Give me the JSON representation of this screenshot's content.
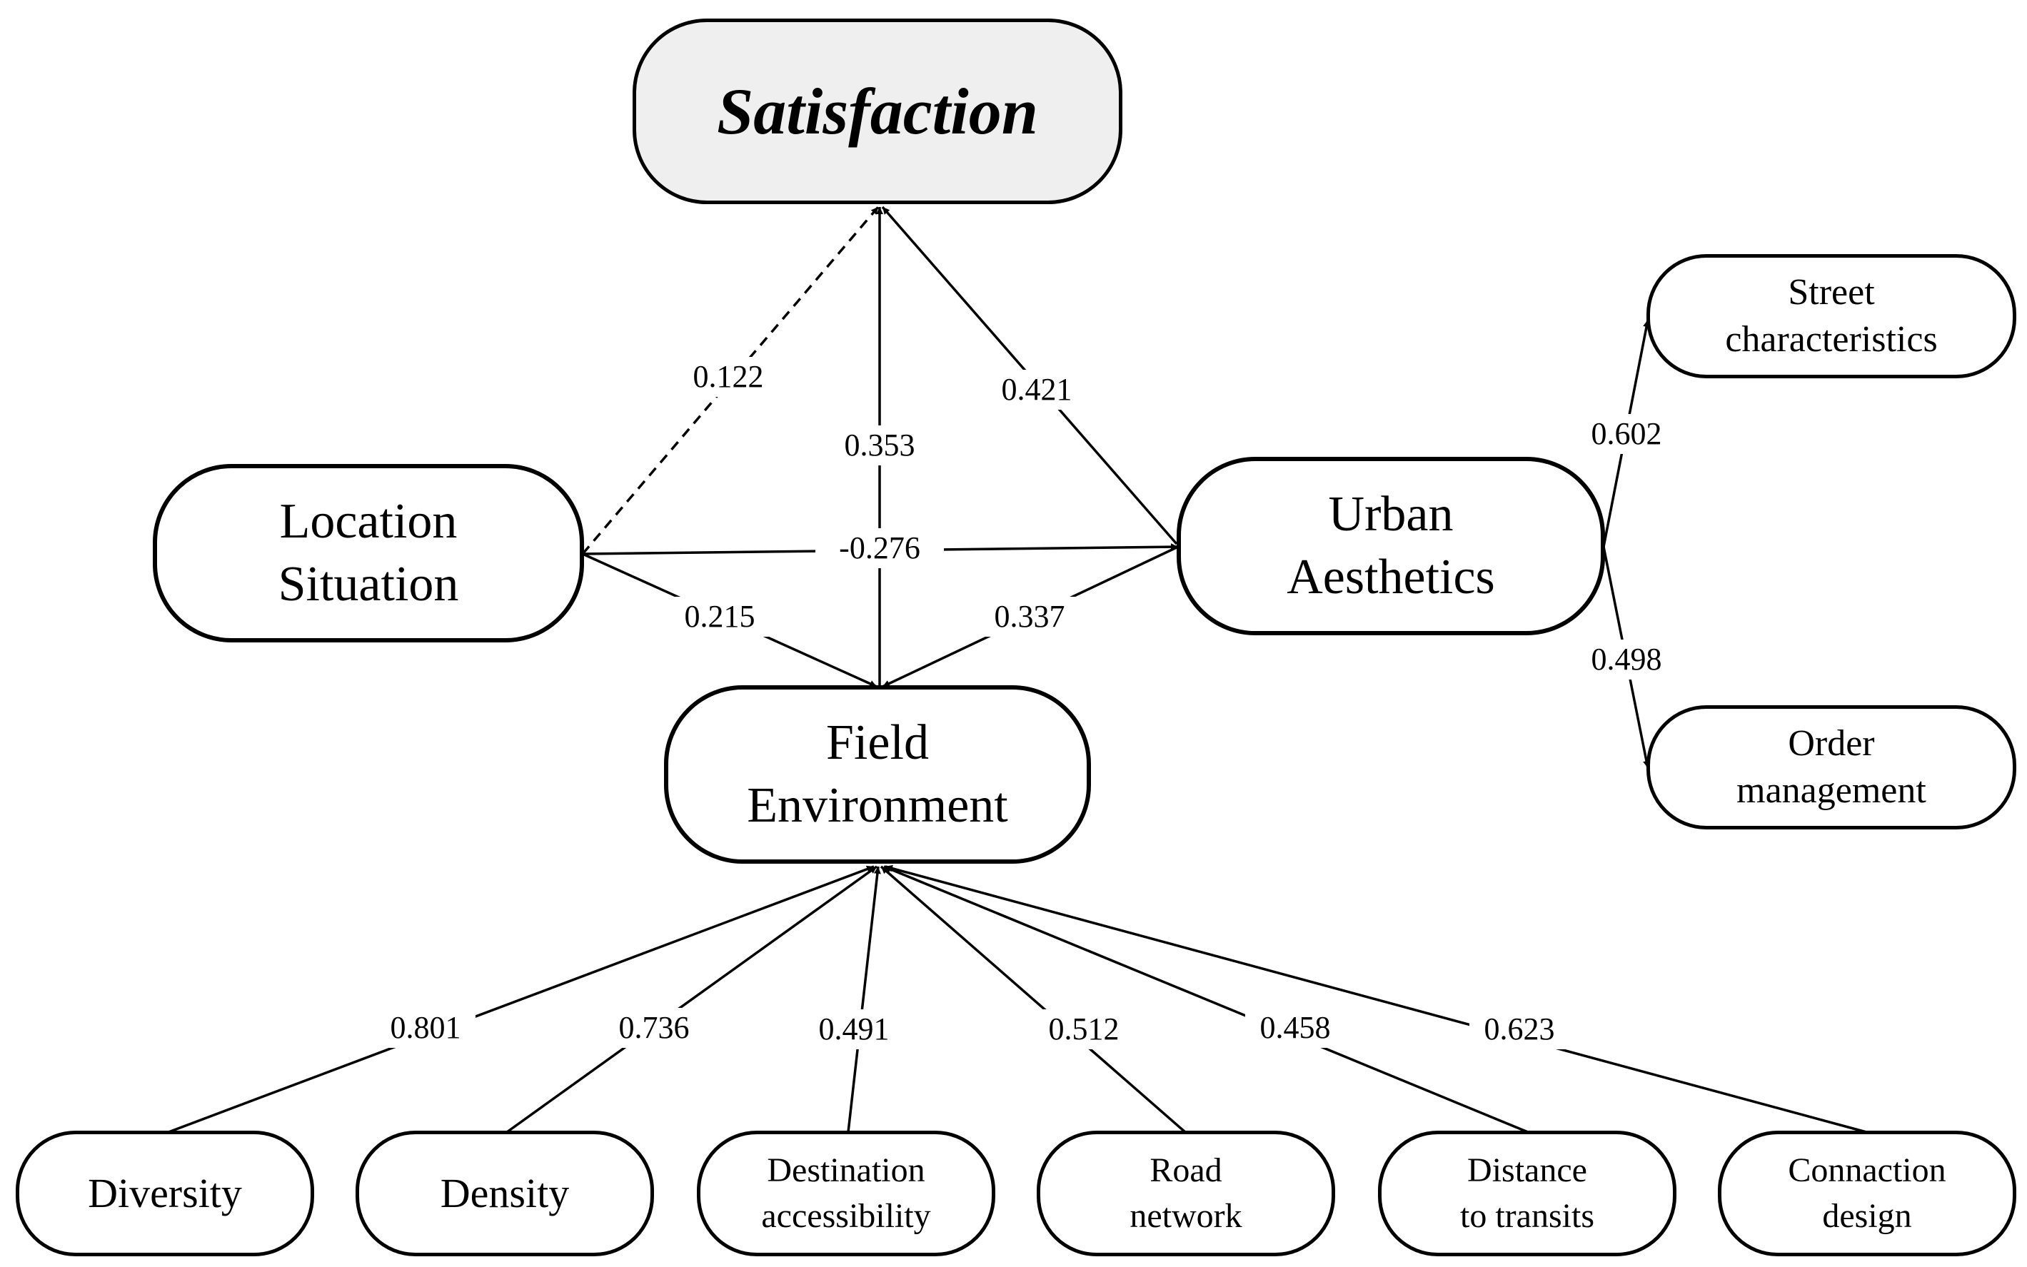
{
  "nodes": {
    "satisfaction": {
      "label": "Satisfaction"
    },
    "location": {
      "line1": "Location",
      "line2": "Situation"
    },
    "urban": {
      "line1": "Urban",
      "line2": "Aesthetics"
    },
    "field": {
      "line1": "Field",
      "line2": "Environment"
    },
    "street": {
      "line1": "Street",
      "line2": "characteristics"
    },
    "order": {
      "line1": "Order",
      "line2": "management"
    },
    "diversity": {
      "label": "Diversity"
    },
    "density": {
      "label": "Density"
    },
    "destination": {
      "line1": "Destination",
      "line2": "accessibility"
    },
    "road": {
      "line1": "Road",
      "line2": "network"
    },
    "distance": {
      "line1": "Distance",
      "line2": "to transits"
    },
    "connection": {
      "line1": "Connaction",
      "line2": "design"
    }
  },
  "edges": [
    {
      "from": "Location Situation",
      "to": "Satisfaction",
      "coef": "0.122",
      "style": "dashed"
    },
    {
      "from": "Field Environment",
      "to": "Satisfaction",
      "coef": "0.353",
      "style": "solid"
    },
    {
      "from": "Urban Aesthetics",
      "to": "Satisfaction",
      "coef": "0.421",
      "style": "solid"
    },
    {
      "from": "Location Situation",
      "to": "Urban Aesthetics",
      "coef": "-0.276",
      "style": "solid"
    },
    {
      "from": "Location Situation",
      "to": "Field Environment",
      "coef": "0.215",
      "style": "solid"
    },
    {
      "from": "Urban Aesthetics",
      "to": "Field Environment",
      "coef": "0.337",
      "style": "solid"
    },
    {
      "from": "Urban Aesthetics",
      "to": "Street characteristics",
      "coef": "0.602",
      "style": "solid"
    },
    {
      "from": "Urban Aesthetics",
      "to": "Order management",
      "coef": "0.498",
      "style": "solid"
    },
    {
      "from": "Diversity",
      "to": "Field Environment",
      "coef": "0.801",
      "style": "solid"
    },
    {
      "from": "Density",
      "to": "Field Environment",
      "coef": "0.736",
      "style": "solid"
    },
    {
      "from": "Destination accessibility",
      "to": "Field Environment",
      "coef": "0.491",
      "style": "solid"
    },
    {
      "from": "Road network",
      "to": "Field Environment",
      "coef": "0.512",
      "style": "solid"
    },
    {
      "from": "Distance to transits",
      "to": "Field Environment",
      "coef": "0.458",
      "style": "solid"
    },
    {
      "from": "Connaction design",
      "to": "Field Environment",
      "coef": "0.623",
      "style": "solid"
    }
  ]
}
